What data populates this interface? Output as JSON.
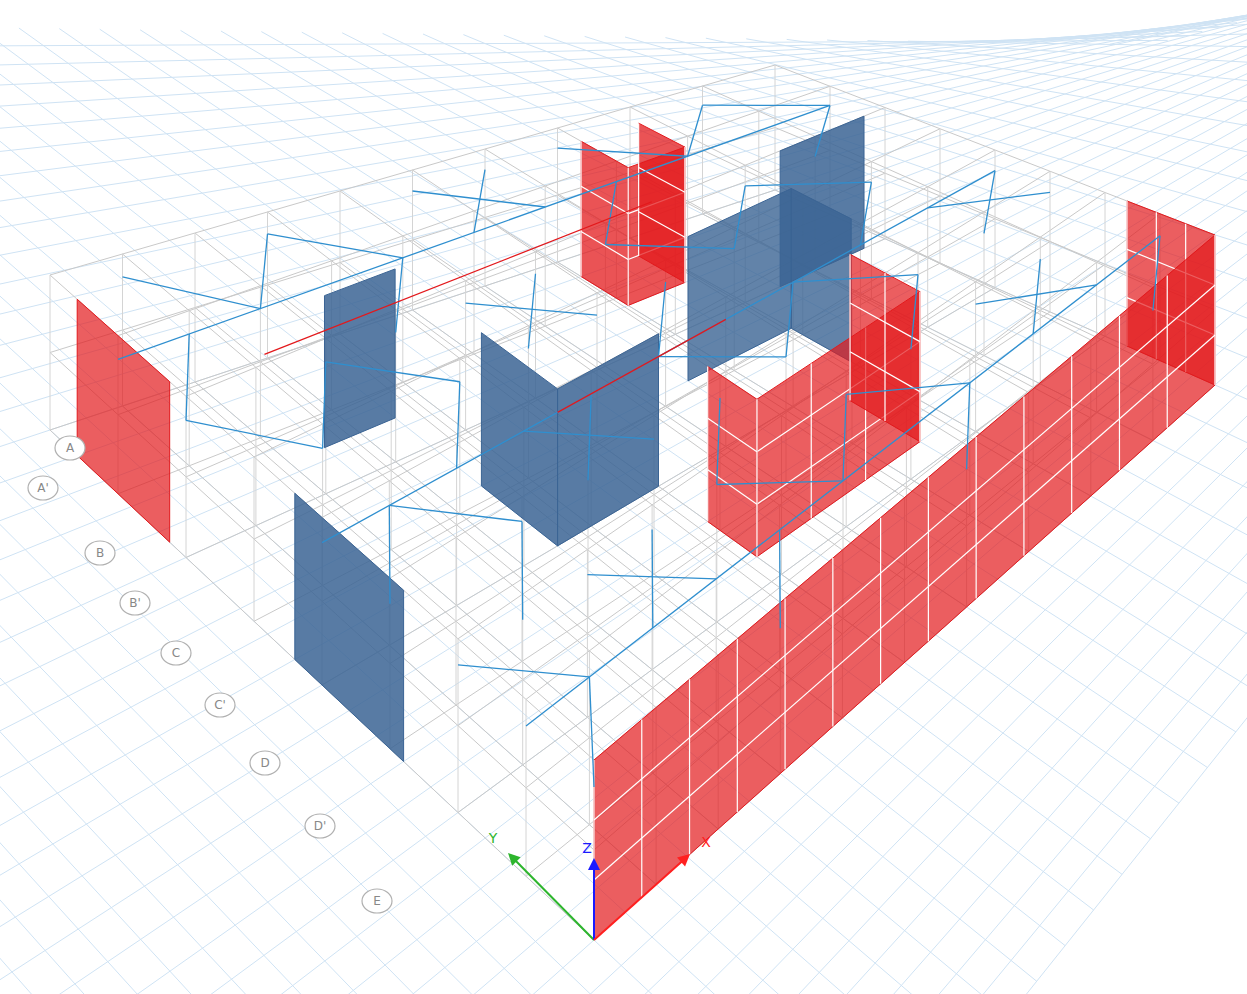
{
  "diagram": {
    "labels": [
      "A",
      "A'",
      "B",
      "B'",
      "C",
      "C'",
      "D",
      "D'",
      "E",
      "Y",
      "Z",
      "X"
    ]
  }
}
